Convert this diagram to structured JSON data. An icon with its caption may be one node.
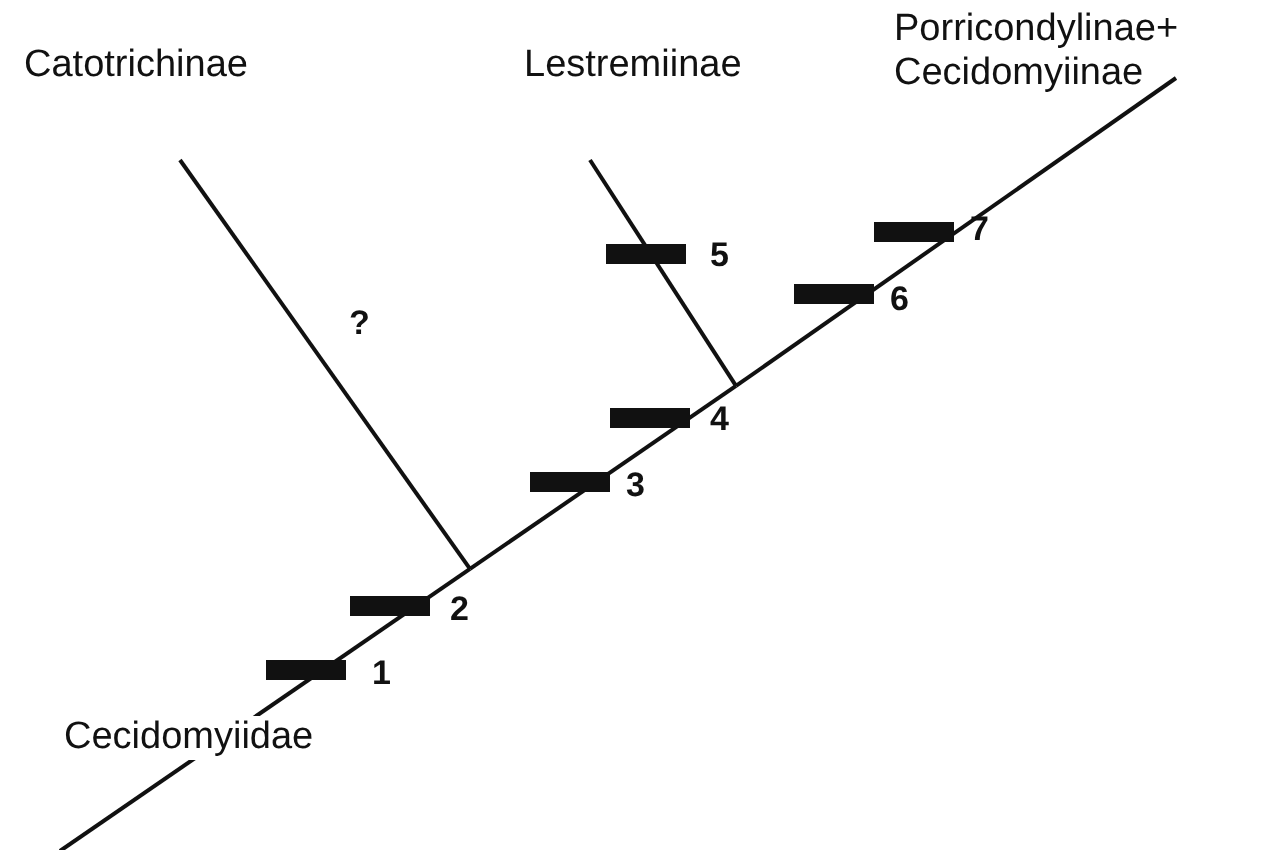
{
  "diagram": {
    "nodes": [
      {
        "text": [
          "Catotrichinae"
        ]
      },
      {
        "text": [
          "Lestremiinae"
        ]
      },
      {
        "text": [
          "Porricondylinae+ Cecidomyiinae"
        ]
      }
    ],
    "edges": [
      {
        "from": null,
        "to": 0,
        "arrow": "none",
        "label": "?"
      },
      {
        "from": null,
        "to": 1,
        "arrow": "none"
      },
      {
        "from": null,
        "to": 2,
        "arrow": "none"
      }
    ],
    "labels": [
      "Cecidomyiidae",
      "1",
      "2",
      "3",
      "4",
      "5",
      "6",
      "7"
    ]
  }
}
